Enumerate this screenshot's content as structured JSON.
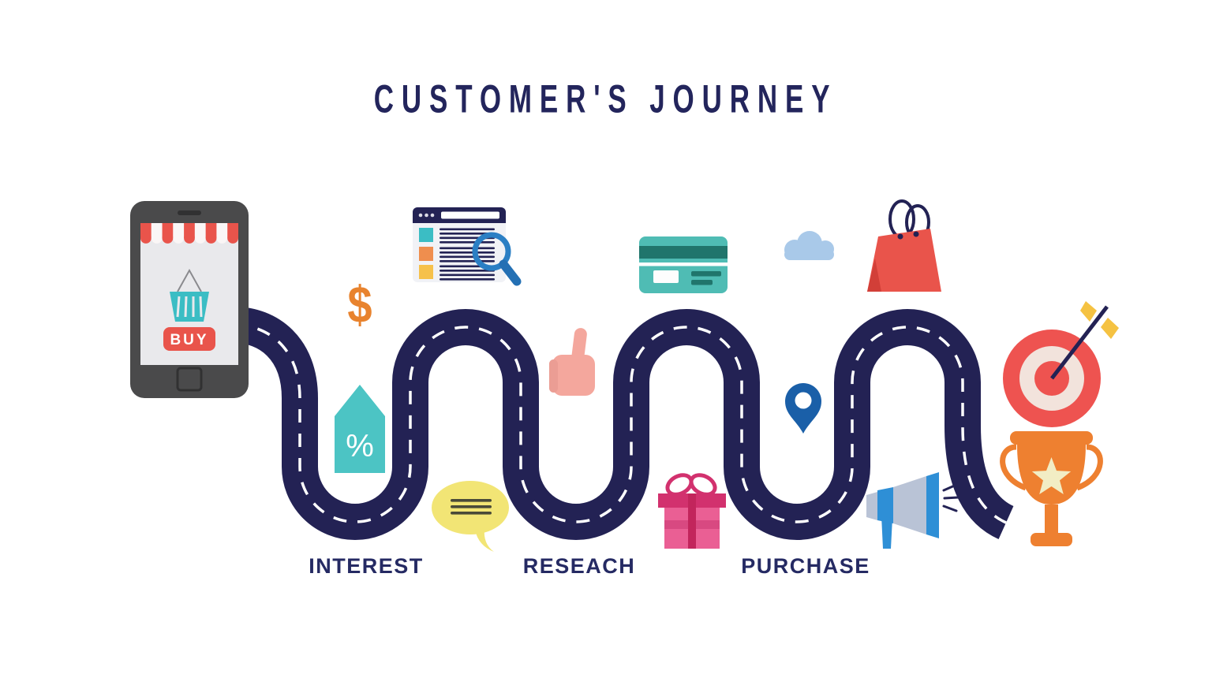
{
  "title": "CUSTOMER'S JOURNEY",
  "stages": [
    {
      "label": "INTEREST"
    },
    {
      "label": "RESEACH"
    },
    {
      "label": "PURCHASE"
    }
  ],
  "phone": {
    "buy_label": "BUY"
  },
  "price": {
    "dollar_symbol": "$"
  },
  "discount": {
    "percent_symbol": "%"
  },
  "icons": [
    "smartphone-shop-icon",
    "dollar-icon",
    "discount-tag-icon",
    "browser-search-icon",
    "chat-bubble-icon",
    "thumbs-up-icon",
    "credit-card-icon",
    "gift-icon",
    "cloud-icon",
    "location-pin-icon",
    "shopping-bag-icon",
    "megaphone-icon",
    "target-arrow-icon",
    "trophy-icon"
  ],
  "colors": {
    "road_navy": "#232254",
    "title_navy": "#23255c",
    "label_navy": "#252a63",
    "teal": "#3fbec4",
    "red": "#e9544b",
    "orange": "#e8832e",
    "pink": "#e9548c",
    "dark_pink": "#d2316e",
    "bubble_yellow": "#f2e575",
    "magnifier_blue": "#2b7fc4",
    "pin_blue": "#1a5fa8",
    "megaphone_blue": "#2e8fd6",
    "cloud_blue": "#a9c9e9",
    "trophy_orange": "#ee8030",
    "target_red": "#ee5350",
    "arrow_yellow": "#f5c242",
    "thumb_salmon": "#f4a79d"
  }
}
